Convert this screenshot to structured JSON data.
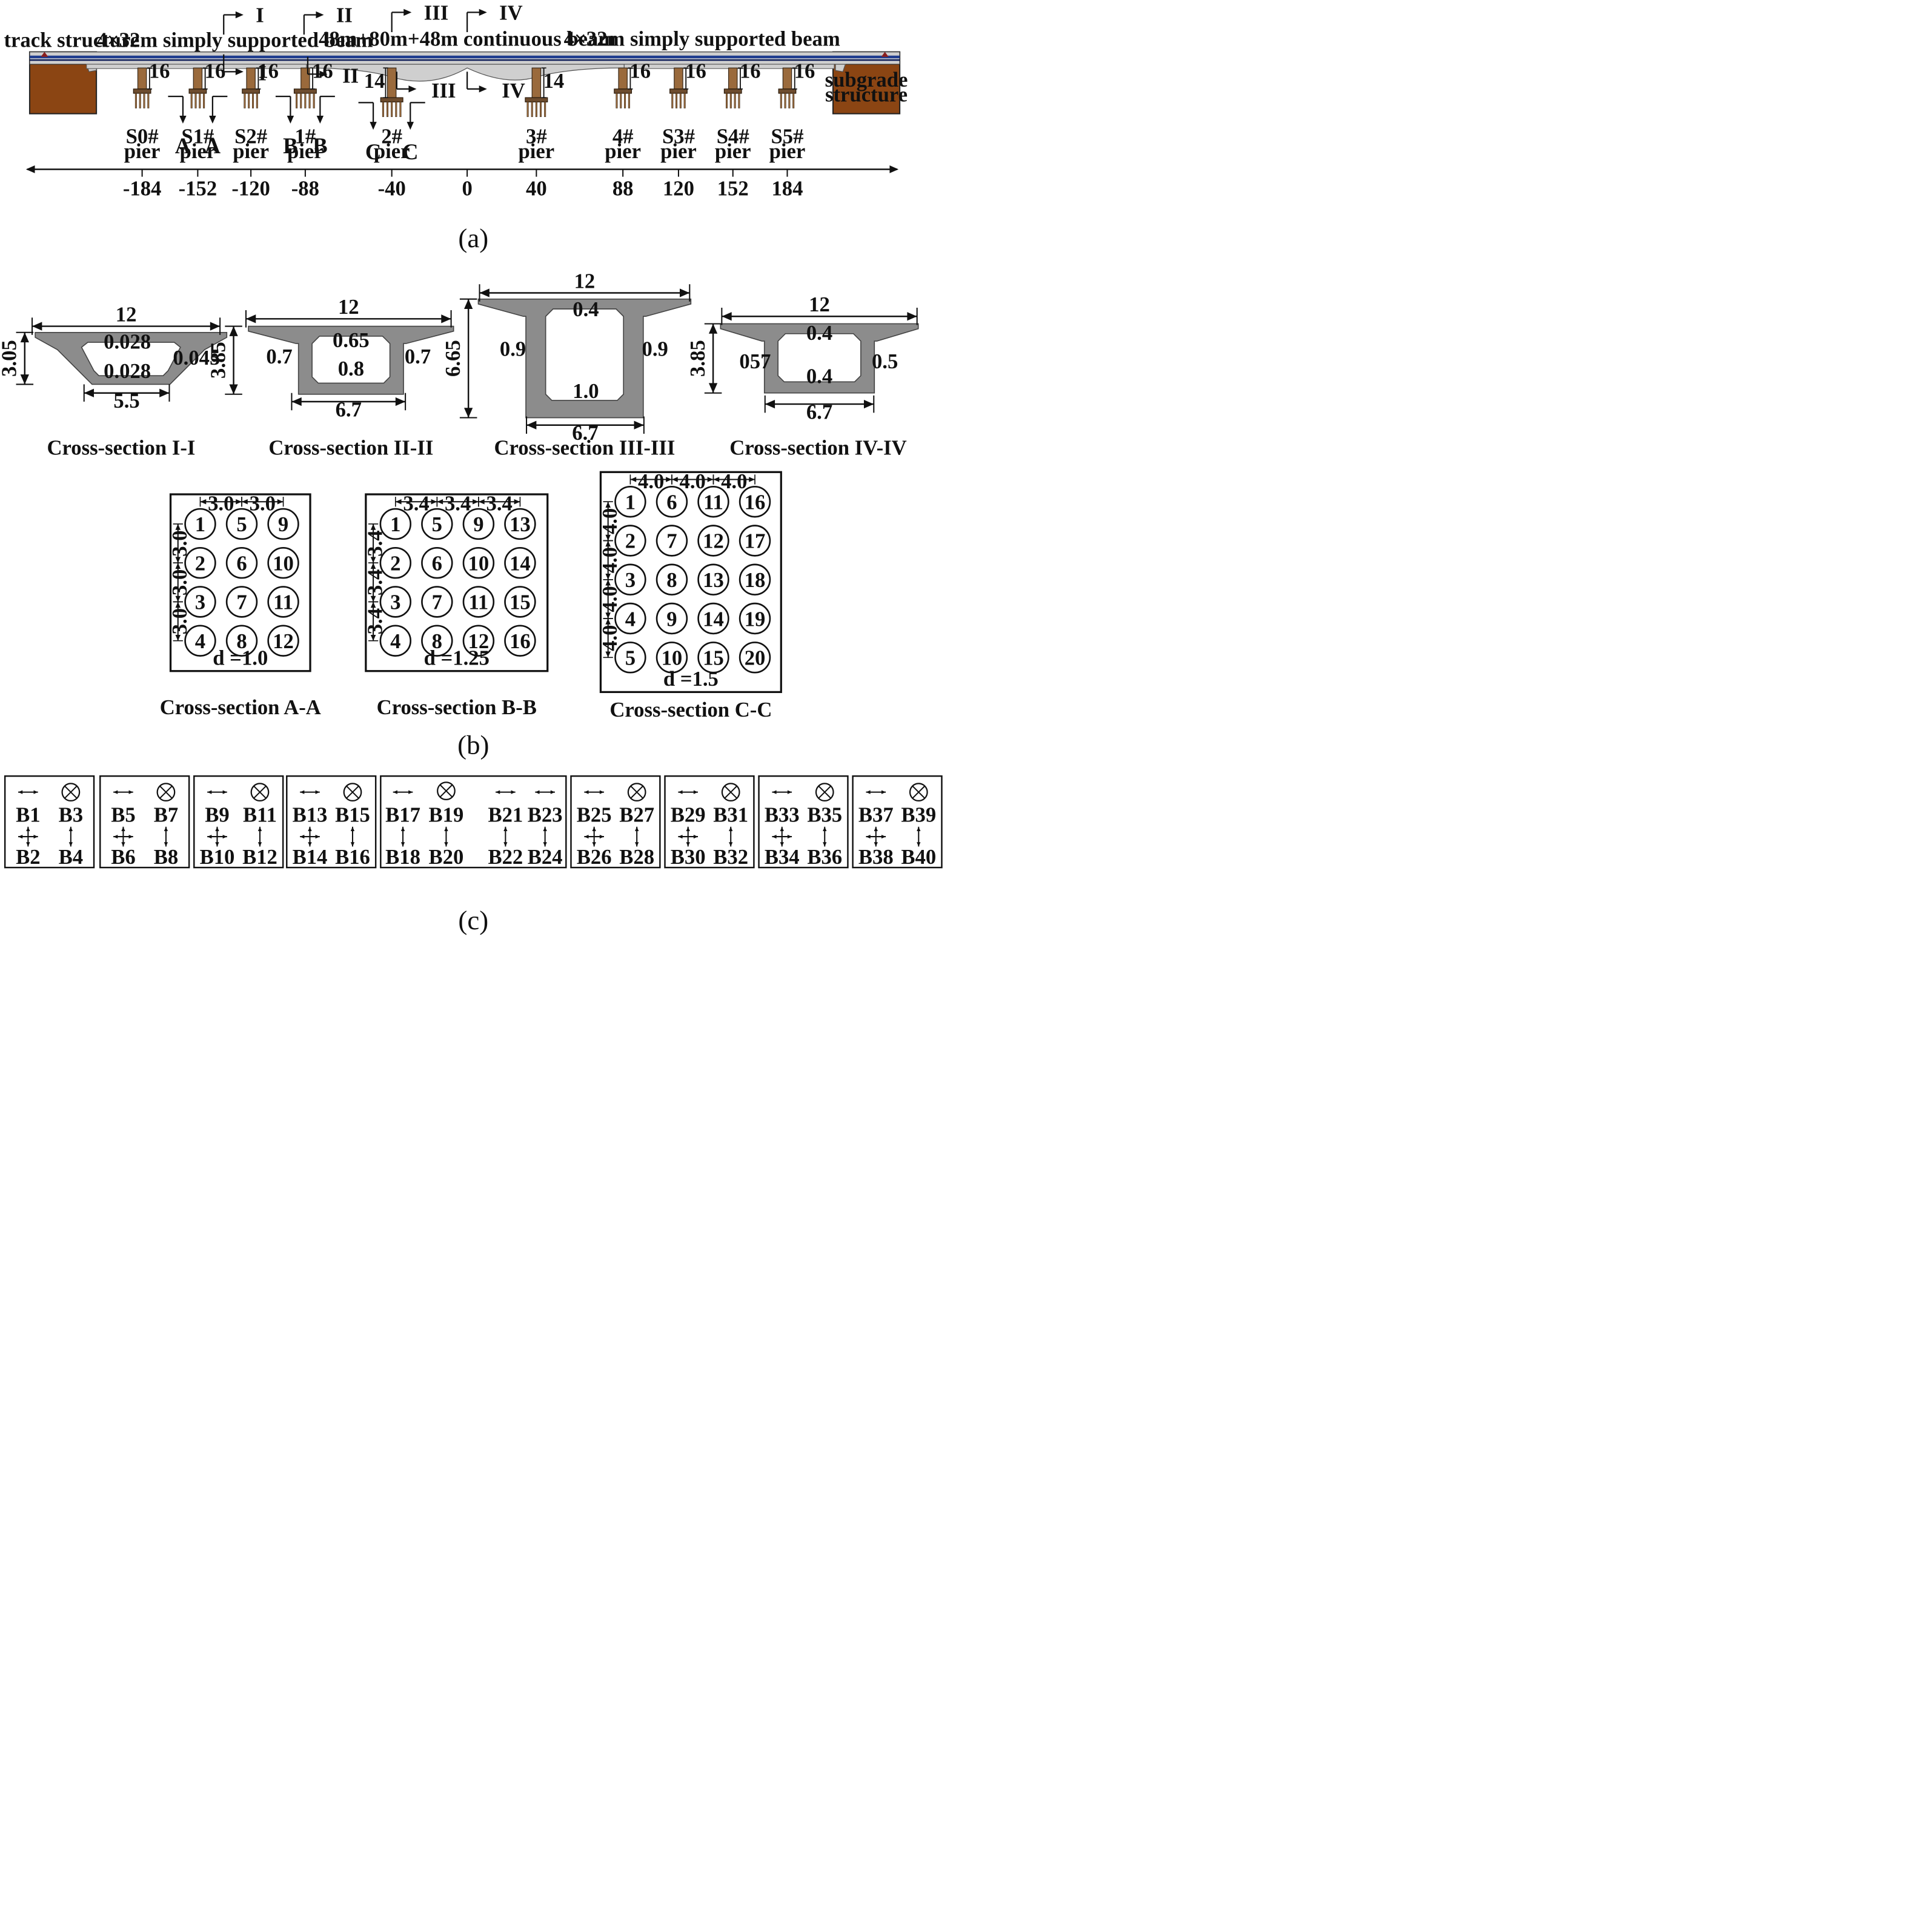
{
  "panel_a": {
    "label": "(a)",
    "letter": "a",
    "track_structure": "track structure",
    "left_beam": "4×32m simply supported beam",
    "center_beam": "48m+80m+48m continuous beam",
    "right_beam": "4×32m simply supported beam",
    "subgrade": [
      "subgrade",
      "structure"
    ],
    "section_marks": {
      "I": "I",
      "II": "II",
      "III": "III",
      "IV": "IV"
    },
    "cut_marks": {
      "A": "A",
      "B": "B",
      "C": "C"
    },
    "piers": [
      {
        "id": "S0#",
        "word": "pier",
        "height": "16",
        "position": "-184"
      },
      {
        "id": "S1#",
        "word": "pier",
        "height": "16",
        "position": "-152"
      },
      {
        "id": "S2#",
        "word": "pier",
        "height": "16",
        "position": "-120"
      },
      {
        "id": "1#",
        "word": "pier",
        "height": "16",
        "position": "-88"
      },
      {
        "id": "2#",
        "word": "pier",
        "height": "14",
        "position": "-40"
      },
      {
        "id": "3#",
        "word": "pier",
        "height": "14",
        "position": "40"
      },
      {
        "id": "4#",
        "word": "pier",
        "height": "16",
        "position": "88"
      },
      {
        "id": "S3#",
        "word": "pier",
        "height": "16",
        "position": "120"
      },
      {
        "id": "S4#",
        "word": "pier",
        "height": "16",
        "position": "152"
      },
      {
        "id": "S5#",
        "word": "pier",
        "height": "16",
        "position": "184"
      }
    ],
    "axis_zero": "0",
    "colors": {
      "deck": "#c9c9c9",
      "rail": "#1f3d8f",
      "pier": "#9a6a3c",
      "subgrade": "#8b4513"
    }
  },
  "panel_b": {
    "label": "(b)",
    "letter": "b",
    "sections": [
      {
        "title": "Cross-section I-I",
        "width": "12",
        "depth": "3.05",
        "top": "0.028",
        "bottom": "0.028",
        "web": "0.045",
        "bottom_width": "5.5"
      },
      {
        "title": "Cross-section II-II",
        "width": "12",
        "depth": "3.85",
        "top": "0.65",
        "bottom": "0.8",
        "web_left": "0.7",
        "web_right": "0.7",
        "bottom_width": "6.7"
      },
      {
        "title": "Cross-section III-III",
        "width": "12",
        "depth": "6.65",
        "top": "0.4",
        "bottom": "1.0",
        "web_left": "0.9",
        "web_right": "0.9",
        "bottom_width": "6.7"
      },
      {
        "title": "Cross-section IV-IV",
        "width": "12",
        "depth": "3.85",
        "top": "0.4",
        "bottom": "0.4",
        "web_left": "057",
        "web_right": "0.5",
        "bottom_width": "6.7"
      }
    ],
    "pile_groups": [
      {
        "title": "Cross-section A-A",
        "spacing": "3.0",
        "diameter": "d =1.0",
        "cols": 3,
        "rows": 4
      },
      {
        "title": "Cross-section B-B",
        "spacing": "3.4",
        "diameter": "d =1.25",
        "cols": 4,
        "rows": 4
      },
      {
        "title": "Cross-section C-C",
        "spacing": "4.0",
        "diameter": "d =1.5",
        "cols": 4,
        "rows": 5
      }
    ],
    "section_color": "#8c8c8c"
  },
  "panel_c": {
    "label": "(c)",
    "letter": "c",
    "boxes": [
      [
        "B1",
        "B3",
        "B2",
        "B4"
      ],
      [
        "B5",
        "B7",
        "B6",
        "B8"
      ],
      [
        "B9",
        "B11",
        "B10",
        "B12"
      ],
      [
        "B13",
        "B15",
        "B14",
        "B16"
      ],
      [
        "B17",
        "B19",
        "B21",
        "B23",
        "B18",
        "B20",
        "B22",
        "B24"
      ],
      [
        "B25",
        "B27",
        "B26",
        "B28"
      ],
      [
        "B29",
        "B31",
        "B30",
        "B32"
      ],
      [
        "B33",
        "B35",
        "B34",
        "B36"
      ],
      [
        "B37",
        "B39",
        "B38",
        "B40"
      ]
    ],
    "bearing_icons": [
      "horizontal-arrow",
      "fixed-cross-circle",
      "four-way-arrow",
      "vertical-arrow"
    ]
  }
}
